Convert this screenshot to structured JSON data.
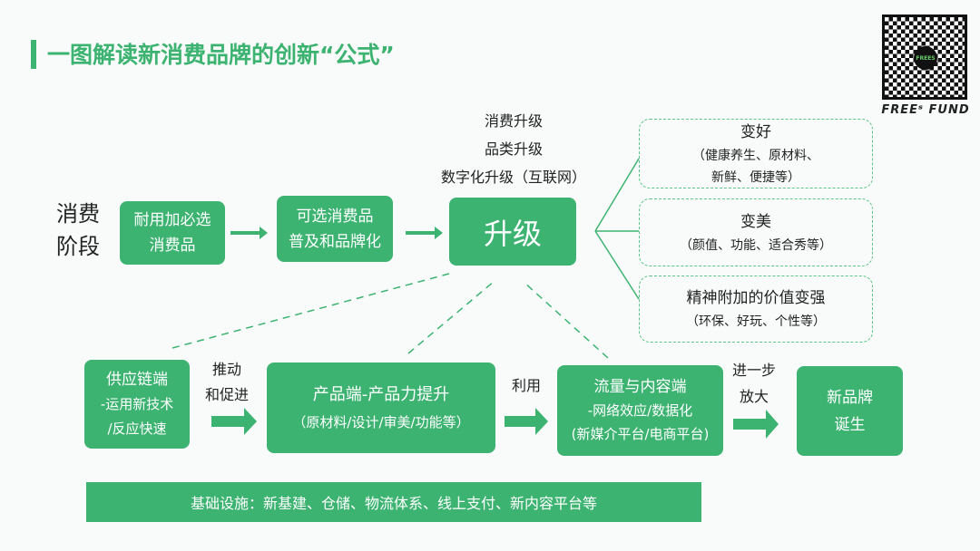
{
  "title": "一图解读新消费品牌的创新“公式”",
  "logo": {
    "qr_center": "FREES",
    "brand": "FREEˢ FUND"
  },
  "stage_label": [
    "消费",
    "阶段"
  ],
  "top_row": {
    "box1": [
      "耐用加必选",
      "消费品"
    ],
    "box2": [
      "可选消费品",
      "普及和品牌化"
    ],
    "upgrade": "升级",
    "upgrade_notes": [
      "消费升级",
      "品类升级",
      "数字化升级（互联网）"
    ]
  },
  "outcomes": [
    {
      "title": "变好",
      "desc": [
        "（健康养生、原材料、",
        "新鲜、便捷等）"
      ]
    },
    {
      "title": "变美",
      "desc": [
        "（颜值、功能、适合秀等）"
      ]
    },
    {
      "title": "精神附加的价值变强",
      "desc": [
        "（环保、好玩、个性等）"
      ]
    }
  ],
  "bottom_row": {
    "supply": [
      "供应链端",
      "-运用新技术",
      "/反应快速"
    ],
    "link1": [
      "推动",
      "和促进"
    ],
    "product": [
      "产品端-产品力提升",
      "（原材料/设计/审美/功能等）"
    ],
    "link2": [
      "利用"
    ],
    "traffic": [
      "流量与内容端",
      "-网络效应/数据化",
      "(新媒介平台/电商平台)"
    ],
    "link3": [
      "进一步",
      "放大"
    ],
    "brand": [
      "新品牌",
      "诞生"
    ]
  },
  "infrastructure": "基础设施：新基建、仓储、物流体系、线上支付、新内容平台等",
  "colors": {
    "accent": "#3db371"
  }
}
